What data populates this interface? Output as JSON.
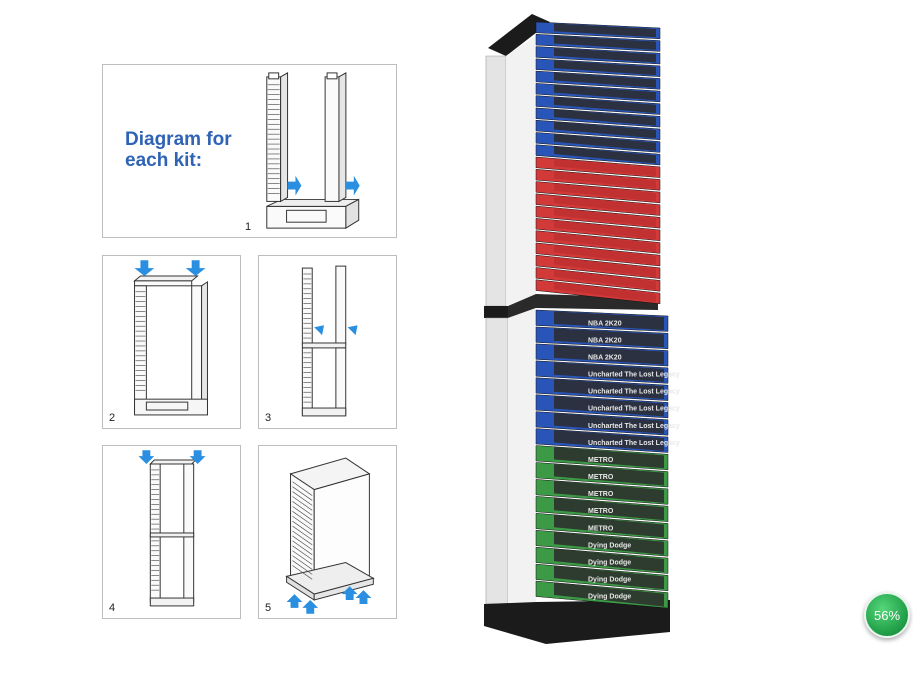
{
  "diagram": {
    "title": "Diagram for\neach kit:",
    "steps": [
      "1",
      "2",
      "3",
      "4",
      "5"
    ]
  },
  "colors": {
    "accent_blue": "#2f63b5",
    "arrow_blue": "#2a8fe0",
    "tower_frame": "#1b1b1b",
    "case_blue": "#2a55b8",
    "case_red": "#d23a3a",
    "case_green": "#3c9a46"
  },
  "cases": {
    "upper": [
      {
        "color": "blue",
        "label": ""
      },
      {
        "color": "blue",
        "label": ""
      },
      {
        "color": "blue",
        "label": ""
      },
      {
        "color": "blue",
        "label": ""
      },
      {
        "color": "blue",
        "label": ""
      },
      {
        "color": "blue",
        "label": ""
      },
      {
        "color": "blue",
        "label": ""
      },
      {
        "color": "blue",
        "label": ""
      },
      {
        "color": "blue",
        "label": ""
      },
      {
        "color": "blue",
        "label": ""
      },
      {
        "color": "blue",
        "label": ""
      },
      {
        "color": "red",
        "label": ""
      },
      {
        "color": "red",
        "label": ""
      },
      {
        "color": "red",
        "label": ""
      },
      {
        "color": "red",
        "label": ""
      },
      {
        "color": "red",
        "label": ""
      },
      {
        "color": "red",
        "label": ""
      },
      {
        "color": "red",
        "label": ""
      },
      {
        "color": "red",
        "label": ""
      },
      {
        "color": "red",
        "label": ""
      },
      {
        "color": "red",
        "label": ""
      },
      {
        "color": "red",
        "label": ""
      }
    ],
    "lower": [
      {
        "color": "blue",
        "label": "NBA 2K20"
      },
      {
        "color": "blue",
        "label": "NBA 2K20"
      },
      {
        "color": "blue",
        "label": "NBA 2K20"
      },
      {
        "color": "blue",
        "label": "Uncharted The Lost Legacy"
      },
      {
        "color": "blue",
        "label": "Uncharted The Lost Legacy"
      },
      {
        "color": "blue",
        "label": "Uncharted The Lost Legacy"
      },
      {
        "color": "blue",
        "label": "Uncharted The Lost Legacy"
      },
      {
        "color": "blue",
        "label": "Uncharted The Lost Legacy"
      },
      {
        "color": "green",
        "label": "METRO"
      },
      {
        "color": "green",
        "label": "METRO"
      },
      {
        "color": "green",
        "label": "METRO"
      },
      {
        "color": "green",
        "label": "METRO"
      },
      {
        "color": "green",
        "label": "METRO"
      },
      {
        "color": "green",
        "label": "Dying Dodge"
      },
      {
        "color": "green",
        "label": "Dying Dodge"
      },
      {
        "color": "green",
        "label": "Dying Dodge"
      },
      {
        "color": "green",
        "label": "Dying Dodge"
      }
    ]
  },
  "badge": {
    "text": "56%"
  }
}
